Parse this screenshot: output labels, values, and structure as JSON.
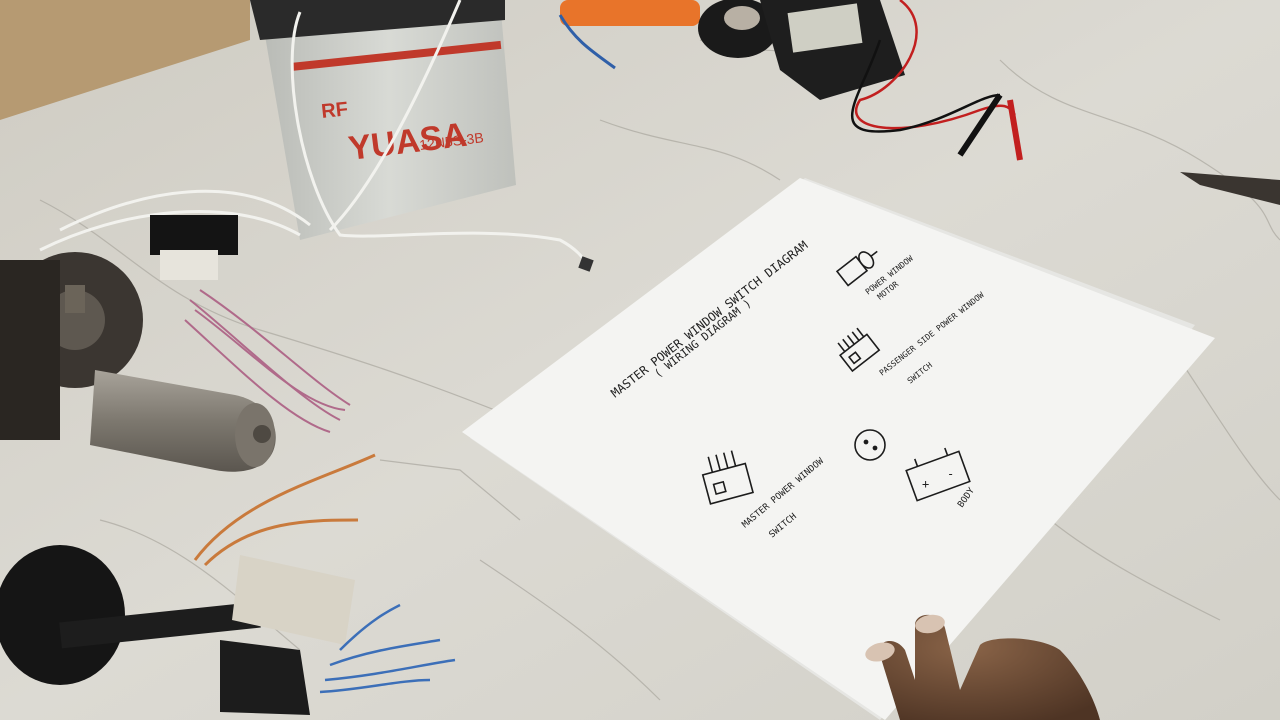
{
  "scene": {
    "description_colors": {
      "table": "#d6d4cd",
      "paper": "#f4f4f2",
      "ink": "#1c1c1c",
      "battery": "#cfd1cc",
      "battery_brand": "#c0392b",
      "motor_metal": "#8e8a82",
      "copper": "#c07a44",
      "skin": "#6b4a35"
    }
  },
  "battery": {
    "brand_left": "RF",
    "brand_name": "YUASA",
    "model": "12N5S-3B"
  },
  "paper": {
    "title_line1": "MASTER POWER WINDOW SWITCH DIAGRAM",
    "title_line2": "( WIRING DIAGRAM )",
    "motor_label_1": "POWER WINDOW",
    "motor_label_2": "MOTOR",
    "passenger_label_1": "PASSENGER SIDE POWER WINDOW",
    "passenger_label_2": "SWITCH",
    "master_label_1": "MASTER POWER WINDOW",
    "master_label_2": "SWITCH",
    "battery_label": "BODY",
    "battery_plus": "+",
    "battery_minus": "-"
  }
}
